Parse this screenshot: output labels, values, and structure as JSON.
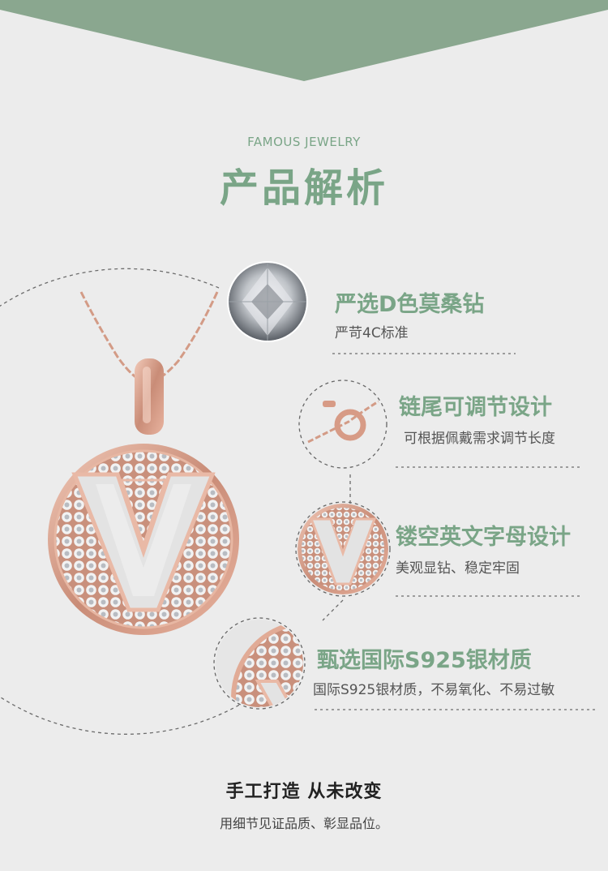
{
  "colors": {
    "accent": "#7aa587",
    "banner": "#8aa78f",
    "background": "#ececec",
    "rose_gold": "#d19a86"
  },
  "header": {
    "eyebrow": "FAMOUS JEWELRY",
    "title": "产品解析"
  },
  "features": [
    {
      "icon": "diamond-icon",
      "title": "严选D色莫桑钻",
      "desc": "严苛4C标准"
    },
    {
      "icon": "clasp-icon",
      "title": "链尾可调节设计",
      "desc": "可根据佩戴需求调节长度"
    },
    {
      "icon": "letter-v-pendant-icon",
      "title": "镂空英文字母设计",
      "desc": "美观显钻、稳定牢固"
    },
    {
      "icon": "pendant-closeup-icon",
      "title": "甄选国际S925银材质",
      "desc": "国际S925银材质，不易氧化、不易过敏"
    }
  ],
  "footer": {
    "title": "手工打造  从未改变",
    "subtitle": "用细节见证品质、彰显品位。"
  }
}
